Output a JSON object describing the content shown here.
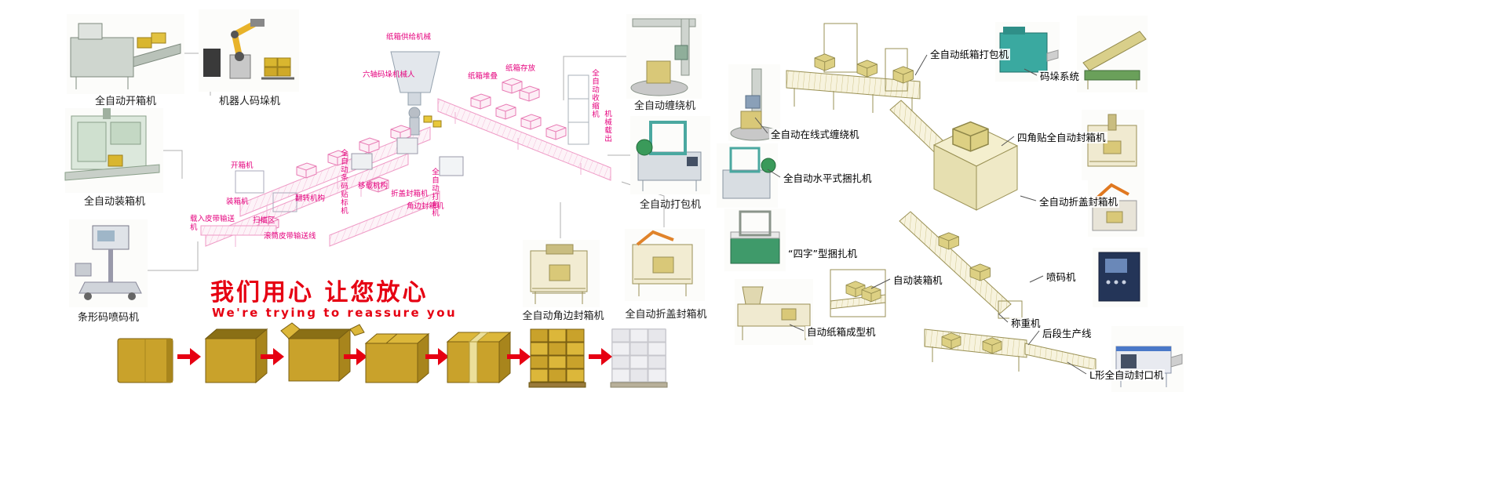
{
  "slogan": {
    "cn": "我们用心 让您放心",
    "en": "We're trying to reassure you",
    "accent_color": "#e60012"
  },
  "left_machines": [
    {
      "label": "全自动开箱机"
    },
    {
      "label": "机器人码垛机"
    },
    {
      "label": "全自动装箱机"
    },
    {
      "label": "条形码喷码机"
    }
  ],
  "bottom_center_machines": [
    {
      "label": "全自动角边封箱机"
    },
    {
      "label": "全自动折盖封箱机"
    }
  ],
  "right_photo_machines": [
    {
      "label": "全自动缠绕机"
    },
    {
      "label": "全自动打包机"
    }
  ],
  "right_line_labels": [
    {
      "label": "全自动纸箱打包机"
    },
    {
      "label": "码垛系统"
    },
    {
      "label": "全自动在线式缠绕机"
    },
    {
      "label": "全自动水平式捆扎机"
    },
    {
      "label": "四角贴全自动封箱机"
    },
    {
      "label": "全自动折盖封箱机"
    },
    {
      "label": "“四字”型捆扎机"
    },
    {
      "label": "自动装箱机"
    },
    {
      "label": "喷码机"
    },
    {
      "label": "自动纸箱成型机"
    },
    {
      "label": "称重机"
    },
    {
      "label": "后段生产线"
    },
    {
      "label": "L形全自动封口机"
    }
  ],
  "diagram_labels": [
    {
      "label": "纸箱供给机械"
    },
    {
      "label": "六轴码垛机械人"
    },
    {
      "label": "纸箱堆叠"
    },
    {
      "label": "纸箱存放"
    },
    {
      "label": "全自动收缩机"
    },
    {
      "label": "机械载出"
    },
    {
      "label": "开箱机"
    },
    {
      "label": "全自动条码贴标机"
    },
    {
      "label": "移载机构"
    },
    {
      "label": "翻转机构"
    },
    {
      "label": "折盖封箱机"
    },
    {
      "label": "角边封箱机"
    },
    {
      "label": "全自动打包机"
    },
    {
      "label": "装箱机"
    },
    {
      "label": "载入皮带输送机"
    },
    {
      "label": "扫描区"
    },
    {
      "label": "滚筒皮带输送线"
    }
  ],
  "box_sequence": {
    "steps": [
      "flat-blank",
      "erected-open-box",
      "flaps-open-box",
      "closed-box",
      "sealed-box",
      "palletized-stack",
      "wrapped-pallet"
    ],
    "arrow_color": "#e60012",
    "box_color": "#c9a22b"
  },
  "colors": {
    "diagram_pink": "#e87bb4",
    "label_pink": "#e5007d",
    "lineart_beige": "#9a9155"
  }
}
